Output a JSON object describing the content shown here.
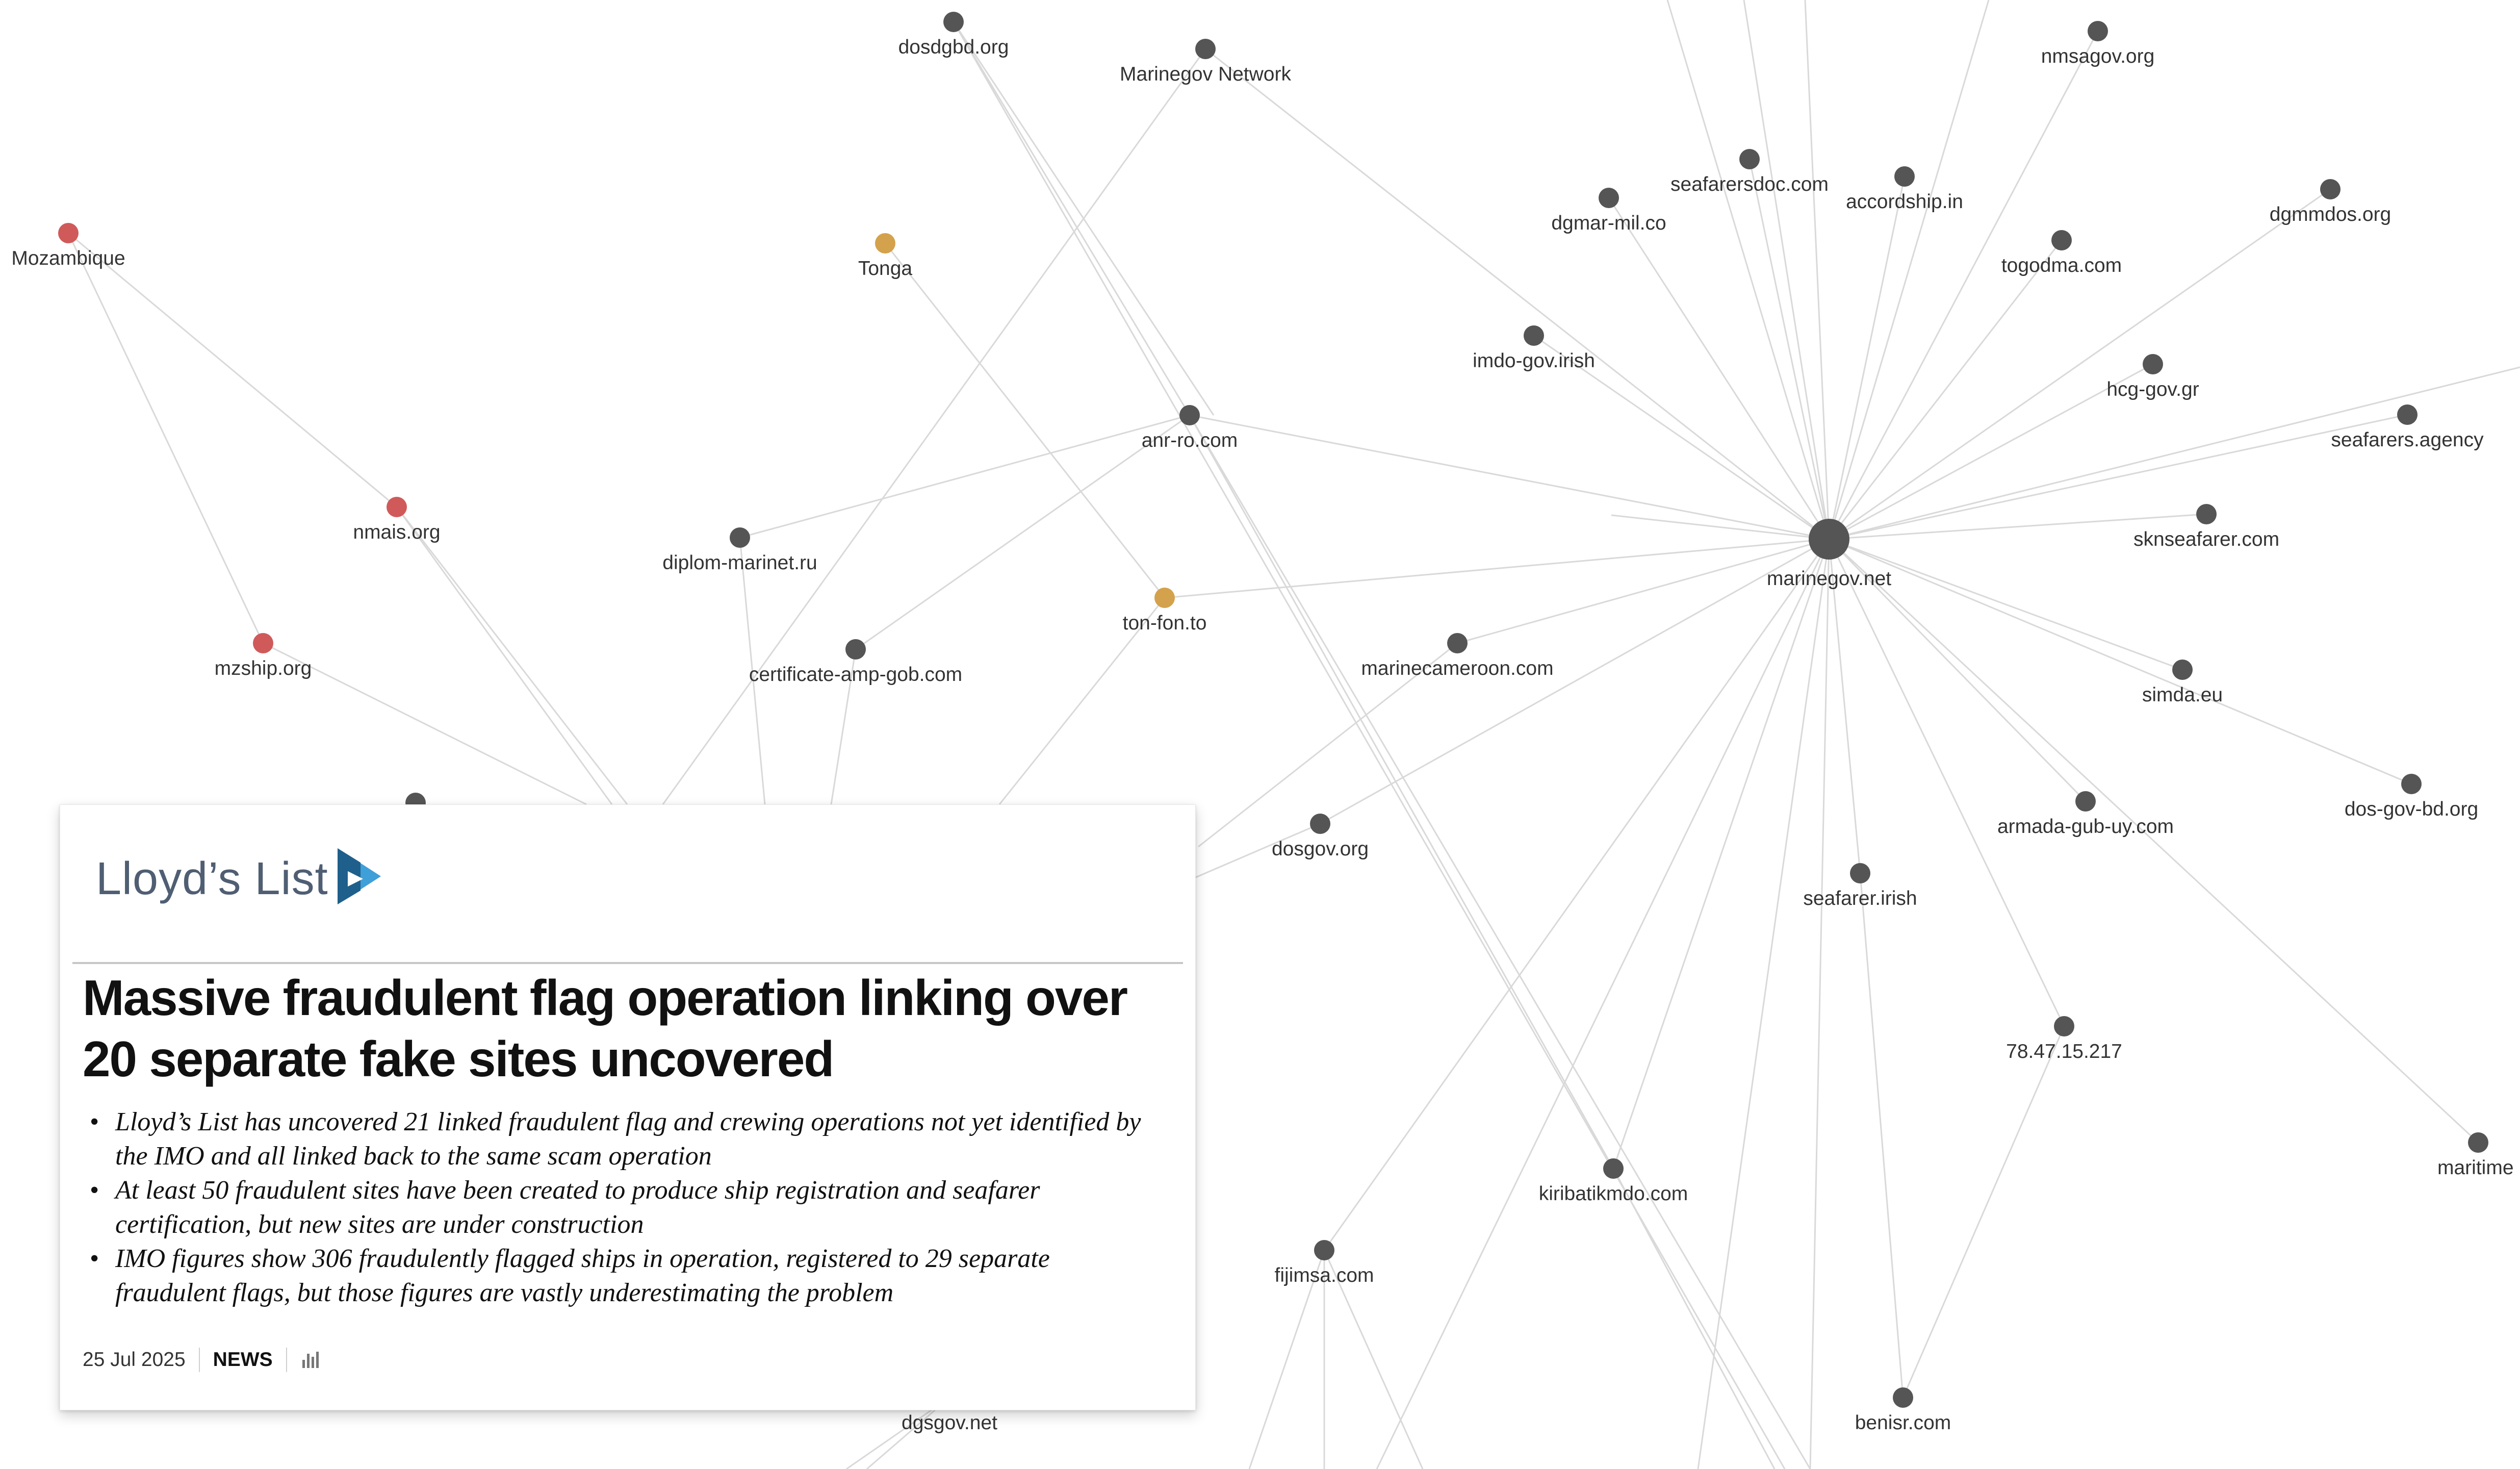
{
  "graph": {
    "nodes": [
      {
        "id": "marinegov",
        "label": "marinegov.net",
        "kind": "hub",
        "color": "#555555"
      },
      {
        "id": "dosdgbd",
        "label": "dosdgbd.org",
        "color": "#555555"
      },
      {
        "id": "marinegov_network",
        "label": "Marinegov Network",
        "color": "#555555"
      },
      {
        "id": "nmsagov",
        "label": "nmsagov.org",
        "color": "#555555"
      },
      {
        "id": "mozambique",
        "label": "Mozambique",
        "color": "#d05a5a"
      },
      {
        "id": "tonga",
        "label": "Tonga",
        "color": "#d4a24c"
      },
      {
        "id": "seafarersdoc",
        "label": "seafarersdoc.com",
        "color": "#555555"
      },
      {
        "id": "accordship",
        "label": "accordship.in",
        "color": "#555555"
      },
      {
        "id": "dgmar",
        "label": "dgmar-mil.co",
        "color": "#555555"
      },
      {
        "id": "dgmmdos",
        "label": "dgmmdos.org",
        "color": "#555555"
      },
      {
        "id": "togodma",
        "label": "togodma.com",
        "color": "#555555"
      },
      {
        "id": "imdo",
        "label": "imdo-gov.irish",
        "color": "#555555"
      },
      {
        "id": "hcg",
        "label": "hcg-gov.gr",
        "color": "#555555"
      },
      {
        "id": "seafarersagency",
        "label": "seafarers.agency",
        "color": "#555555"
      },
      {
        "id": "anrro",
        "label": "anr-ro.com",
        "color": "#555555"
      },
      {
        "id": "nmais",
        "label": "nmais.org",
        "color": "#d05a5a"
      },
      {
        "id": "diplom",
        "label": "diplom-marinet.ru",
        "color": "#555555"
      },
      {
        "id": "sknseafarer",
        "label": "sknseafarer.com",
        "color": "#555555"
      },
      {
        "id": "tonfon",
        "label": "ton-fon.to",
        "color": "#d4a24c"
      },
      {
        "id": "mzship",
        "label": "mzship.org",
        "color": "#d05a5a"
      },
      {
        "id": "certamp",
        "label": "certificate-amp-gob.com",
        "color": "#555555"
      },
      {
        "id": "marinecameroon",
        "label": "marinecameroon.com",
        "color": "#555555"
      },
      {
        "id": "simda",
        "label": "simda.eu",
        "color": "#555555"
      },
      {
        "id": "armada",
        "label": "armada-gub-uy.com",
        "color": "#555555"
      },
      {
        "id": "dosgovbd",
        "label": "dos-gov-bd.org",
        "color": "#555555"
      },
      {
        "id": "dosgov",
        "label": "dosgov.org",
        "color": "#555555"
      },
      {
        "id": "seafarerirish",
        "label": "seafarer.irish",
        "color": "#555555"
      },
      {
        "id": "ip",
        "label": "78.47.15.217",
        "color": "#555555"
      },
      {
        "id": "maritime",
        "label": "maritime",
        "color": "#555555"
      },
      {
        "id": "kiribati",
        "label": "kiribatikmdo.com",
        "color": "#555555"
      },
      {
        "id": "fijimsa",
        "label": "fijimsa.com",
        "color": "#555555"
      },
      {
        "id": "benisr",
        "label": "benisr.com",
        "color": "#555555"
      },
      {
        "id": "dgsgov",
        "label": "dgsgov.net",
        "color": "#555555"
      },
      {
        "id": "hidden1",
        "label": "",
        "color": "#555555"
      }
    ]
  },
  "article": {
    "logo_text": "Lloyd’s List",
    "headline": "Massive fraudulent flag operation linking over 20 separate fake sites uncovered",
    "bullets": [
      "Lloyd’s List has uncovered 21 linked fraudulent flag and crewing operations not yet identified by the IMO and all linked back to the same scam operation",
      "At least 50 fraudulent sites have been created to produce ship registration and seafarer certification, but new sites are under construction",
      "IMO figures show 306 fraudulently flagged ships in operation, registered to 29 separate fraudulent flags, but those figures are vastly underestimating the problem"
    ],
    "date": "25 Jul 2025",
    "category": "NEWS",
    "chart_icon": "bar-chart-icon",
    "logo_colors": {
      "text": "#4f5e73",
      "mark_dark": "#1f5f8b",
      "mark_light": "#3f9fd8"
    }
  }
}
